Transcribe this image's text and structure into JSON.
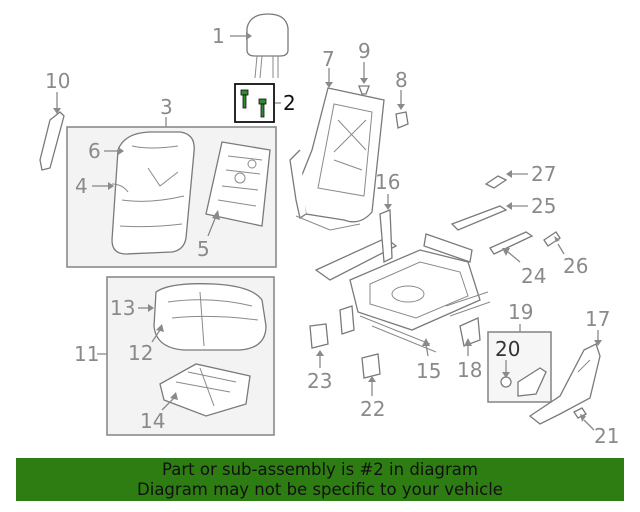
{
  "callouts": {
    "c1": "1",
    "c2": "2",
    "c3": "3",
    "c4": "4",
    "c5": "5",
    "c6": "6",
    "c7": "7",
    "c8": "8",
    "c9": "9",
    "c10": "10",
    "c11": "11",
    "c12": "12",
    "c13": "13",
    "c14": "14",
    "c15": "15",
    "c16": "16",
    "c17": "17",
    "c18": "18",
    "c19": "19",
    "c20": "20",
    "c21": "21",
    "c22": "22",
    "c23": "23",
    "c24": "24",
    "c25": "25",
    "c26": "26",
    "c27": "27"
  },
  "highlighted_part": "2",
  "banner": {
    "line1": "Part or sub-assembly is #2 in diagram",
    "line2": "Diagram may not be specific to your vehicle",
    "color": "#2d7d12"
  },
  "colors": {
    "line": "#8a8a8a",
    "highlight_box": "#111111",
    "fastener": "#2e8b2e"
  }
}
